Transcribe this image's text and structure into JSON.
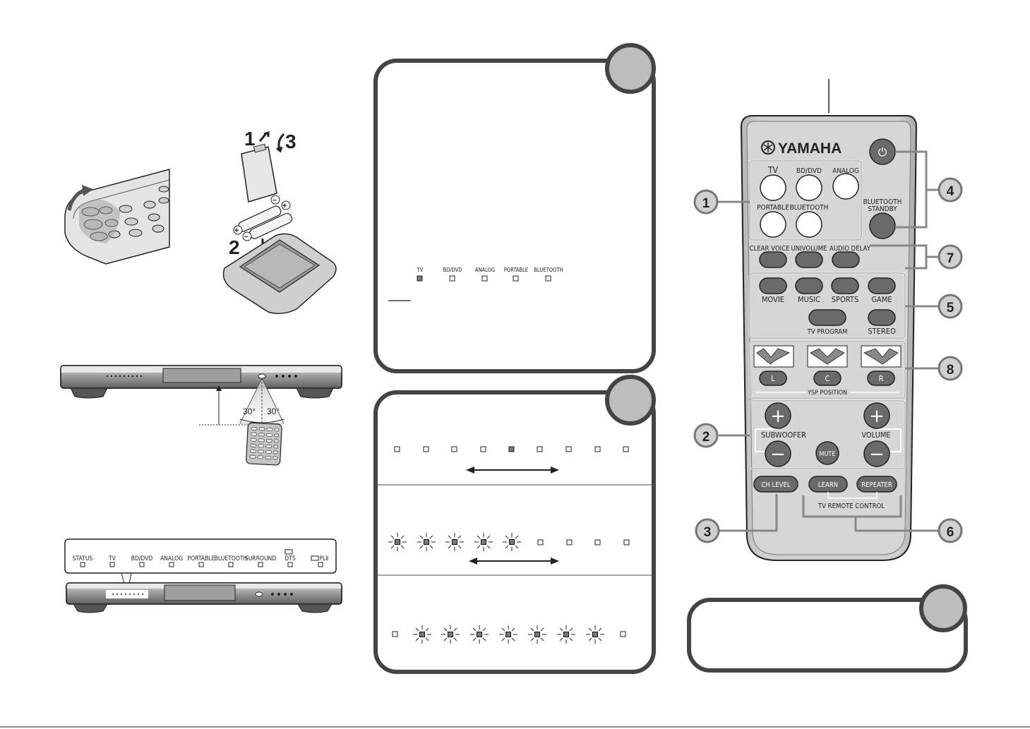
{
  "steps": {
    "remove_cover": "1",
    "insert_batteries": "2",
    "replace_cover": "3"
  },
  "battery_polarity": {
    "plus": "+",
    "minus": "−"
  },
  "angles": {
    "left": "30°",
    "right": "30°"
  },
  "panel_indicator_labels": {
    "status": "STATUS",
    "tv": "TV",
    "bd_dvd": "BD/DVD",
    "analog": "ANALOG",
    "portable": "PORTABLE",
    "bluetooth": "BLUETOOTH",
    "surround": "SURROUND",
    "dolby_digital_dts": "DTS",
    "dolby_pl2": "PLⅡ"
  },
  "input_indicator_labels": {
    "tv": "TV",
    "bd_dvd": "BD/DVD",
    "analog": "ANALOG",
    "portable": "PORTABLE",
    "bluetooth": "BLUETOOTH"
  },
  "remote": {
    "brand": "YAMAHA",
    "power_symbol": "⏻",
    "inputs": {
      "tv": "TV",
      "bd_dvd": "BD/DVD",
      "analog": "ANALOG",
      "portable": "PORTABLE",
      "bluetooth": "BLUETOOTH"
    },
    "bluetooth_standby_line1": "BLUETOOTH",
    "bluetooth_standby_line2": "STANDBY",
    "clear_voice": "CLEAR VOICE",
    "univolume": "UNIVOLUME",
    "audio_delay": "AUDIO DELAY",
    "sound_modes": {
      "movie": "MOVIE",
      "music": "MUSIC",
      "sports": "SPORTS",
      "game": "GAME",
      "tv_program": "TV PROGRAM",
      "stereo": "STEREO"
    },
    "ysp_l": "L",
    "ysp_c": "C",
    "ysp_r": "R",
    "ysp_position": "YSP POSITION",
    "subwoofer": "SUBWOOFER",
    "volume": "VOLUME",
    "mute": "MUTE",
    "plus": "+",
    "minus": "−",
    "ch_level": "CH LEVEL",
    "learn": "LEARN",
    "repeater": "REPEATER",
    "tv_remote_control": "TV REMOTE CONTROL"
  },
  "callouts": [
    "1",
    "2",
    "3",
    "4",
    "5",
    "6",
    "7",
    "8"
  ]
}
